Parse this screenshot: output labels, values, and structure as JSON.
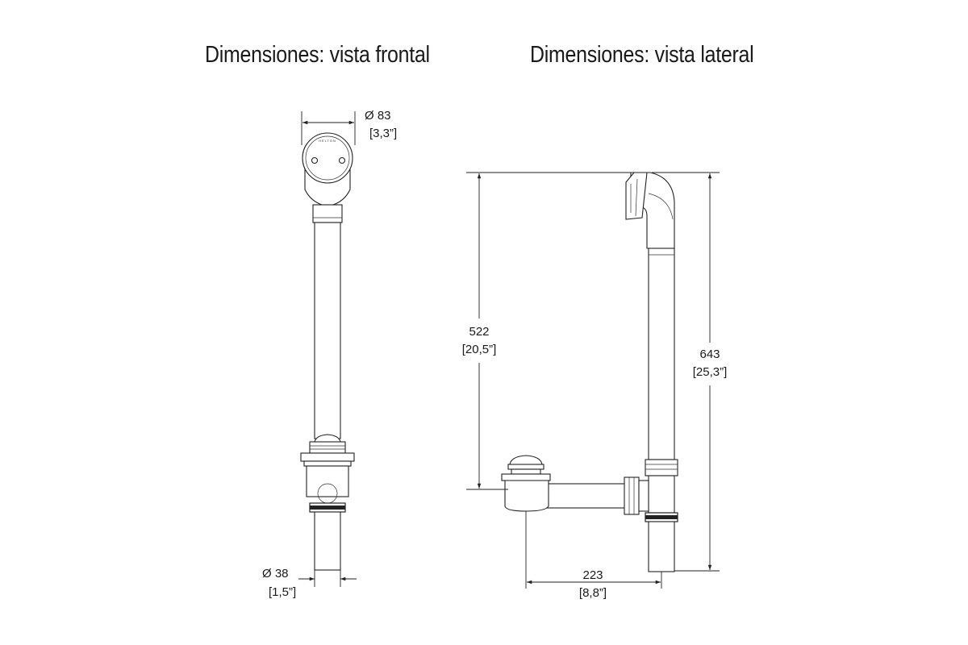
{
  "titles": {
    "front": "Dimensiones: vista frontal",
    "side": "Dimensiones: vista lateral"
  },
  "brand_mark": "HELTON",
  "front_view": {
    "top_diameter": {
      "value": "Ø 83",
      "imperial": "[3,3”]"
    },
    "bottom_diameter": {
      "value": "Ø 38",
      "imperial": "[1,5”]"
    }
  },
  "side_view": {
    "inner_height": {
      "value": "522",
      "imperial": "[20,5”]"
    },
    "total_height": {
      "value": "643",
      "imperial": "[25,3”]"
    },
    "horizontal_length": {
      "value": "223",
      "imperial": "[8,8”]"
    }
  }
}
